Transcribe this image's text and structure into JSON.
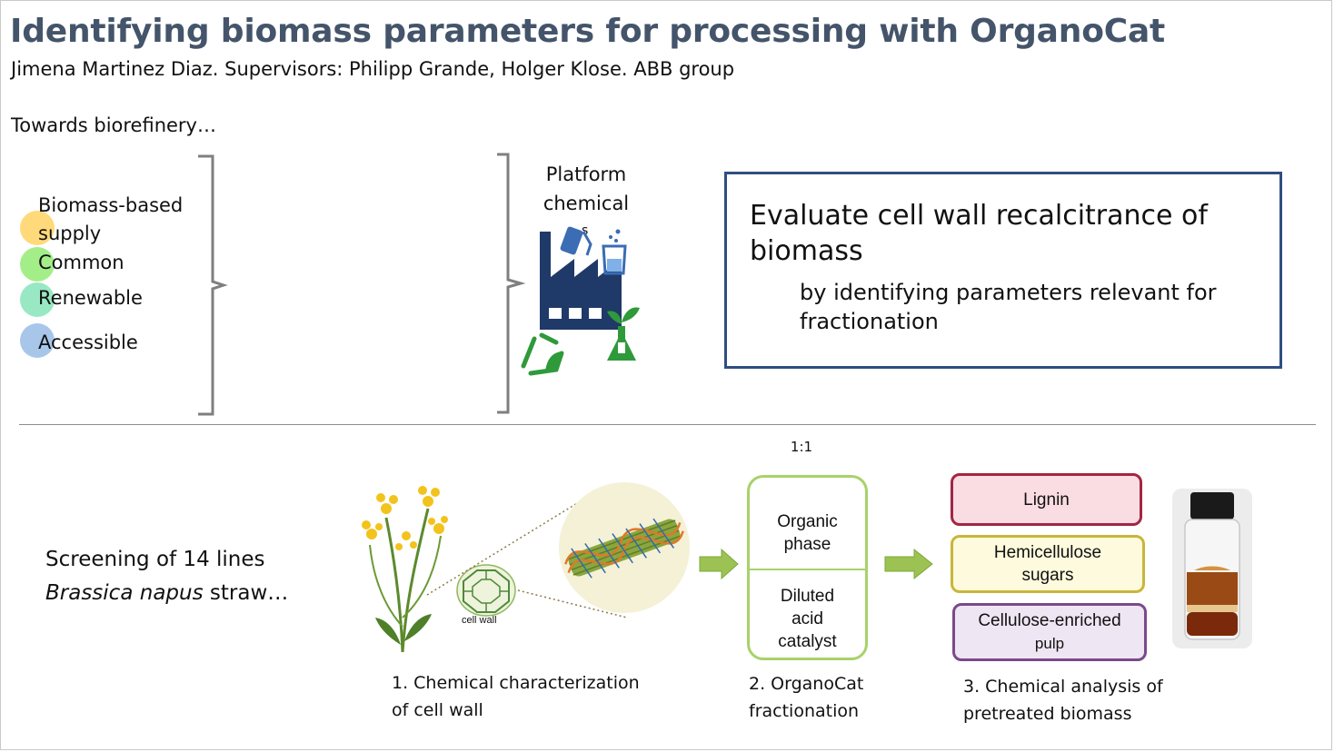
{
  "header": {
    "title": "Identifying biomass parameters for processing with OrganoCat",
    "authors": "Jimena Martinez Diaz. Supervisors: Philipp Grande, Holger Klose. ABB group"
  },
  "intro": {
    "towards": "Towards biorefinery…",
    "properties": [
      {
        "label_line1": "Biomass-based",
        "label_line2": "supply",
        "color": "#ffd97a"
      },
      {
        "label": "Common",
        "color": "#a4ee8a"
      },
      {
        "label": "Renewable",
        "color": "#98e8c4"
      },
      {
        "label": "Accessible",
        "color": "#a8c6ea"
      }
    ],
    "platform_line1": "Platform",
    "platform_line2": "chemical",
    "platform_line3": "s"
  },
  "goal": {
    "main_line1": "Evaluate cell wall recalcitrance of",
    "main_line2": "biomass",
    "sub_line1": "by identifying parameters relevant for",
    "sub_line2": "fractionation"
  },
  "workflow": {
    "screening_line1": "Screening of 14 lines",
    "screening_species": "Brassica napus",
    "screening_suffix": " straw…",
    "cell_wall_label": "cell wall",
    "ratio": "1:1",
    "organocat": {
      "top_line1": "Organic",
      "top_line2": "phase",
      "bottom_line1": "Diluted",
      "bottom_line2": "acid",
      "bottom_line3": "catalyst"
    },
    "products": [
      {
        "line1": "Lignin",
        "line2": "",
        "border": "#a32642",
        "fill": "#f9dde2"
      },
      {
        "line1": "Hemicellulose",
        "line2": "sugars",
        "border": "#c9b63a",
        "fill": "#fdfadd"
      },
      {
        "line1": "Cellulose-enriched",
        "line2": "pulp",
        "border": "#7a4a8a",
        "fill": "#efe6f3"
      }
    ],
    "steps": [
      {
        "line1": "1. Chemical characterization",
        "line2": "of cell wall"
      },
      {
        "line1": "2. OrganoCat",
        "line2": "fractionation"
      },
      {
        "line1": "3. Chemical analysis of",
        "line2": "pretreated biomass"
      }
    ],
    "colors": {
      "accent": "#44546a",
      "box_border": "#2f4e80",
      "green": "#a8d26a",
      "arrow": "#9bc253"
    }
  }
}
